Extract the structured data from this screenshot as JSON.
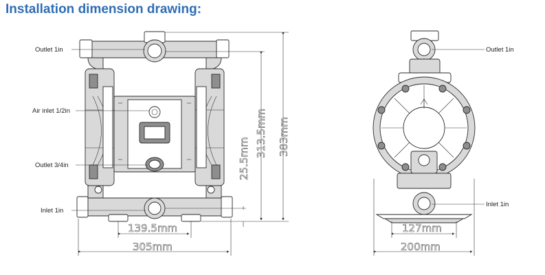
{
  "title": "Installation dimension drawing:",
  "front_view": {
    "labels": {
      "outlet": "Outlet 1in",
      "air_inlet": "Air inlet 1/2in",
      "outlet_small": "Outlet 3/4in",
      "inlet": "Inlet 1in"
    },
    "dimensions": {
      "height_total": "383mm",
      "height_outlet": "313.5mm",
      "height_inlet": "25.5mm",
      "width_inner": "139.5mm",
      "width_total": "305mm"
    }
  },
  "side_view": {
    "labels": {
      "outlet": "Outlet 1in",
      "inlet": "Inlet 1in"
    },
    "dimensions": {
      "width_inner": "127mm",
      "width_total": "200mm"
    }
  }
}
